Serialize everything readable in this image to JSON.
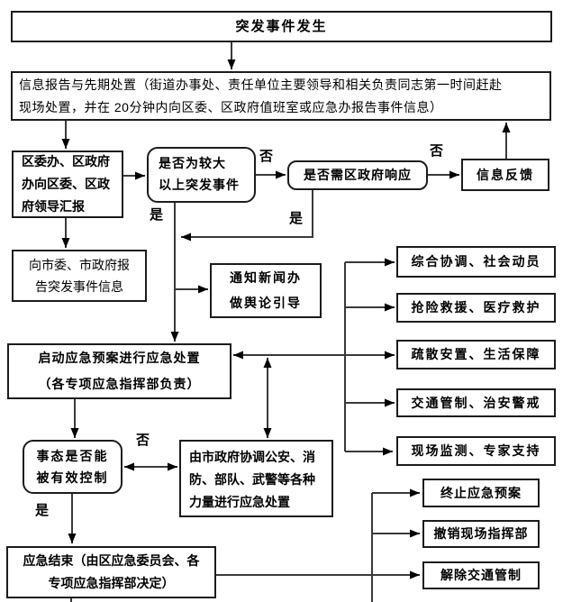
{
  "nodes": {
    "start": "突发事件发生",
    "report": "信息报告与先期处置（街道办事处、责任单位主要领导和相关负责同志第一时间赶赴\n现场处置，并在 20分钟内向区委、区政府值班室或应急办报告事件信息）",
    "committee": "区委办、区政府\n办向区委、区政\n府领导汇报",
    "decision_major": "是否为较大\n以上突发事件",
    "decision_response": "是否需区政府响应",
    "feedback": "信息反馈",
    "city_report": "向市委、市政府报\n告突发事件信息",
    "news": "通知新闻办\n做舆论引导",
    "launch": "启动应急预案进行应急处置\n（各专项应急指挥部负责）",
    "decision_control": "事态是否能\n被有效控制",
    "city_coord": "由市政府协调公安、消\n防、部队、武警等各种\n力量进行应急处置",
    "end": "应急结束（由区应急委员会、各\n专项应急指挥部决定）",
    "task1": "综合协调、社会动员",
    "task2": "抢险救援、医疗救护",
    "task3": "疏散安置、生活保障",
    "task4": "交通管制、治安警戒",
    "task5": "现场监测、专家支持",
    "final1": "终止应急预案",
    "final2": "撤销现场指挥部",
    "final3": "解除交通管制"
  },
  "edge_labels": {
    "major_no": "否",
    "major_yes": "是",
    "response_no": "否",
    "response_yes": "是",
    "control_no": "否",
    "control_yes": "是"
  },
  "colors": {
    "ink": "#000000",
    "line": "#3a3a3a",
    "background": "#ffffff"
  }
}
